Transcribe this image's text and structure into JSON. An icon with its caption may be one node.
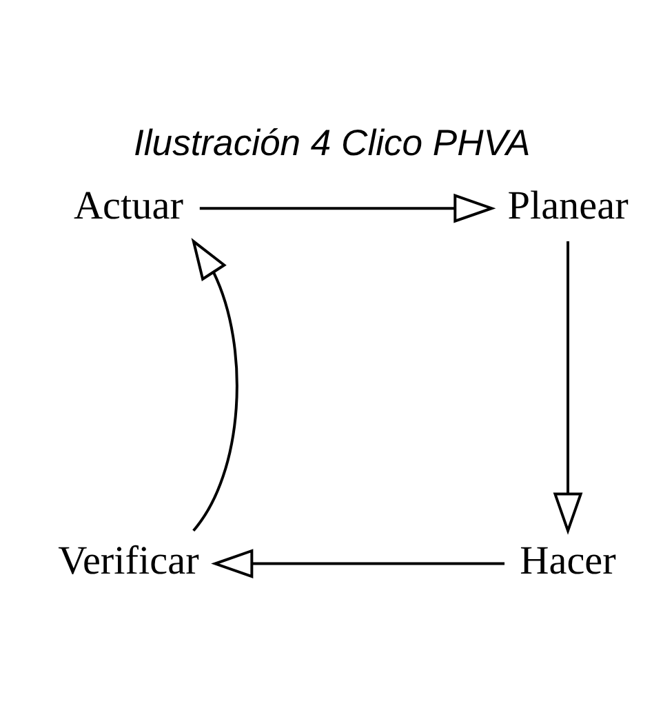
{
  "diagram": {
    "title": "Ilustración 4 Clico PHVA",
    "nodes": [
      {
        "text": [
          "Actuar"
        ]
      },
      {
        "text": [
          "Planear"
        ]
      },
      {
        "text": [
          "Verificar"
        ]
      },
      {
        "text": [
          "Hacer"
        ]
      }
    ],
    "edges": [
      {
        "from": 0,
        "to": 1,
        "arrow": "to"
      },
      {
        "from": 1,
        "to": 3,
        "arrow": "to"
      },
      {
        "from": 3,
        "to": 2,
        "arrow": "to"
      },
      {
        "from": 2,
        "to": 0,
        "arrow": "to"
      }
    ]
  }
}
